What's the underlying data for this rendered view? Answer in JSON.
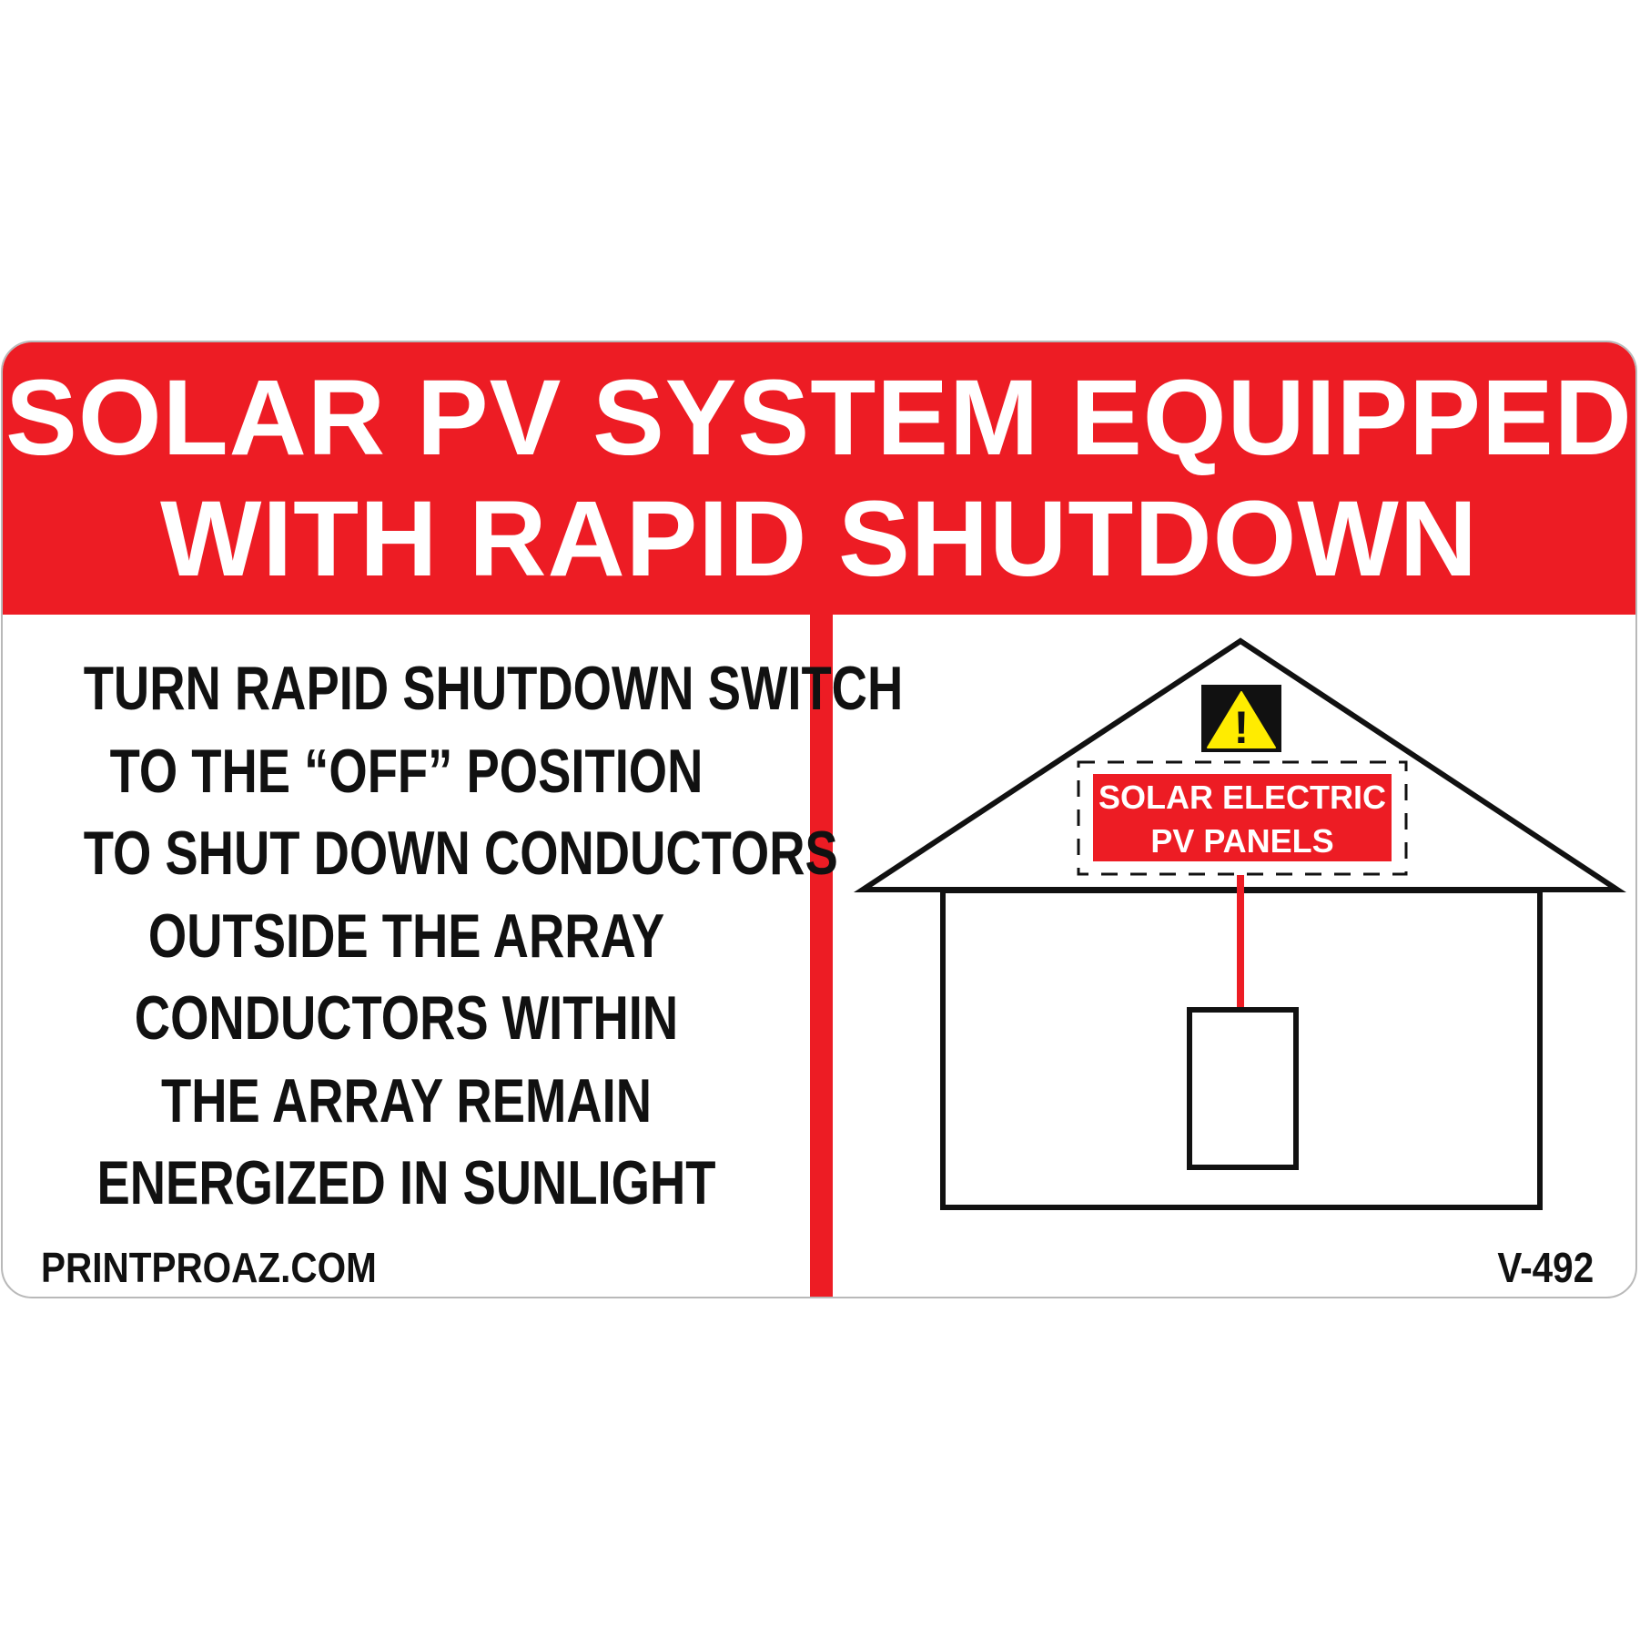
{
  "header": {
    "line1": "SOLAR PV SYSTEM EQUIPPED",
    "line2": "WITH RAPID SHUTDOWN"
  },
  "instructions": [
    "TURN RAPID SHUTDOWN SWITCH",
    "TO THE “OFF” POSITION",
    "TO SHUT DOWN CONDUCTORS",
    "OUTSIDE THE ARRAY",
    "CONDUCTORS WITHIN",
    "THE ARRAY REMAIN",
    "ENERGIZED IN SUNLIGHT"
  ],
  "footer": {
    "website": "PRINTPROAZ.COM",
    "code": "V-492"
  },
  "diagram": {
    "panel_label_line1": "SOLAR ELECTRIC",
    "panel_label_line2": "PV PANELS",
    "warning_glyph": "!",
    "icons": [
      "warning-triangle-icon",
      "house-outline-icon",
      "shutdown-switch-box-icon"
    ]
  },
  "colors": {
    "brand_red": "#ed1c24",
    "text_dark": "#111111",
    "warning_yellow": "#ffec00",
    "warning_bg": "#111111"
  }
}
